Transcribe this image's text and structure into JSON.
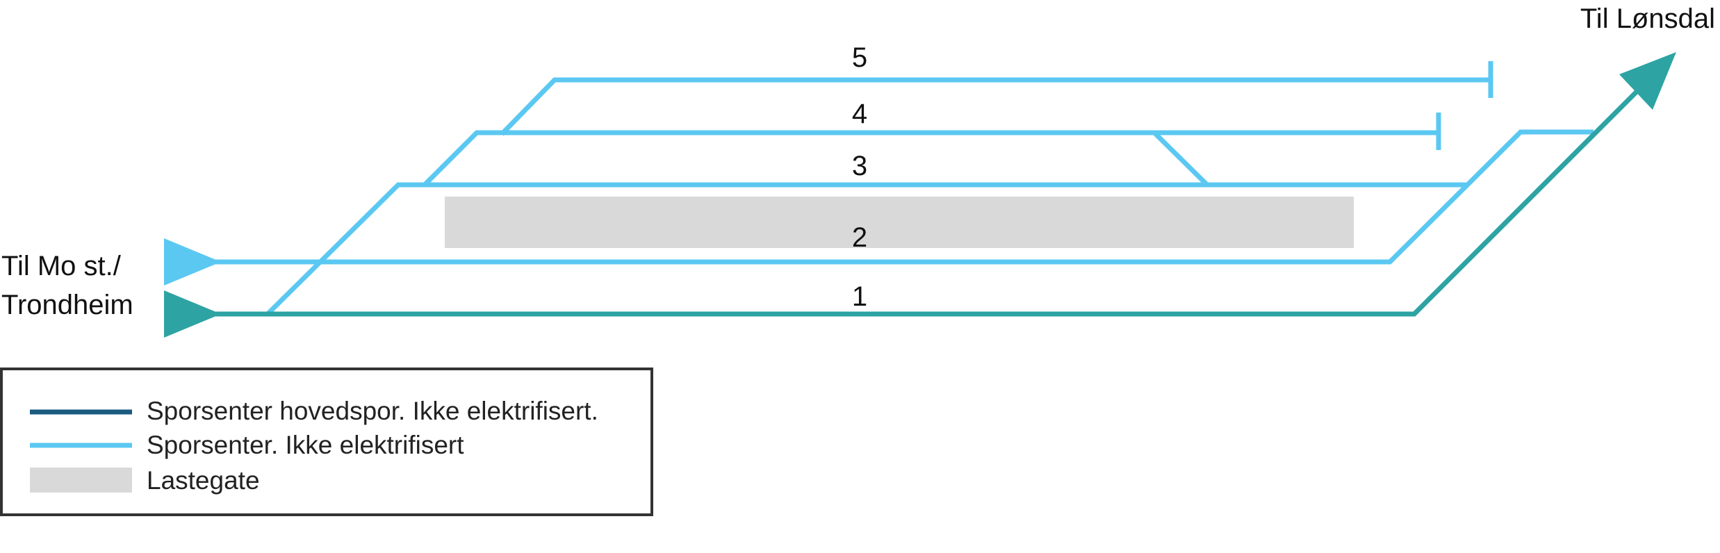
{
  "destinations": {
    "north": "Til Lønsdal",
    "south_line1": "Til Mo st./",
    "south_line2": "Trondheim"
  },
  "tracks": [
    {
      "label": "1"
    },
    {
      "label": "2"
    },
    {
      "label": "3"
    },
    {
      "label": "4"
    },
    {
      "label": "5"
    }
  ],
  "legend": {
    "items": [
      {
        "label": "Sporsenter hovedspor. Ikke elektrifisert.",
        "color": "#1a5a7e"
      },
      {
        "label": "Sporsenter. Ikke elektrifisert",
        "color": "#5bc8f2"
      },
      {
        "label": "Lastegate",
        "color": "#d9d9d9"
      }
    ]
  },
  "colors": {
    "main_track": "#2ea3a3",
    "side_track": "#5bc8f2",
    "loading_area": "#d9d9d9",
    "legend_border": "#333333"
  }
}
